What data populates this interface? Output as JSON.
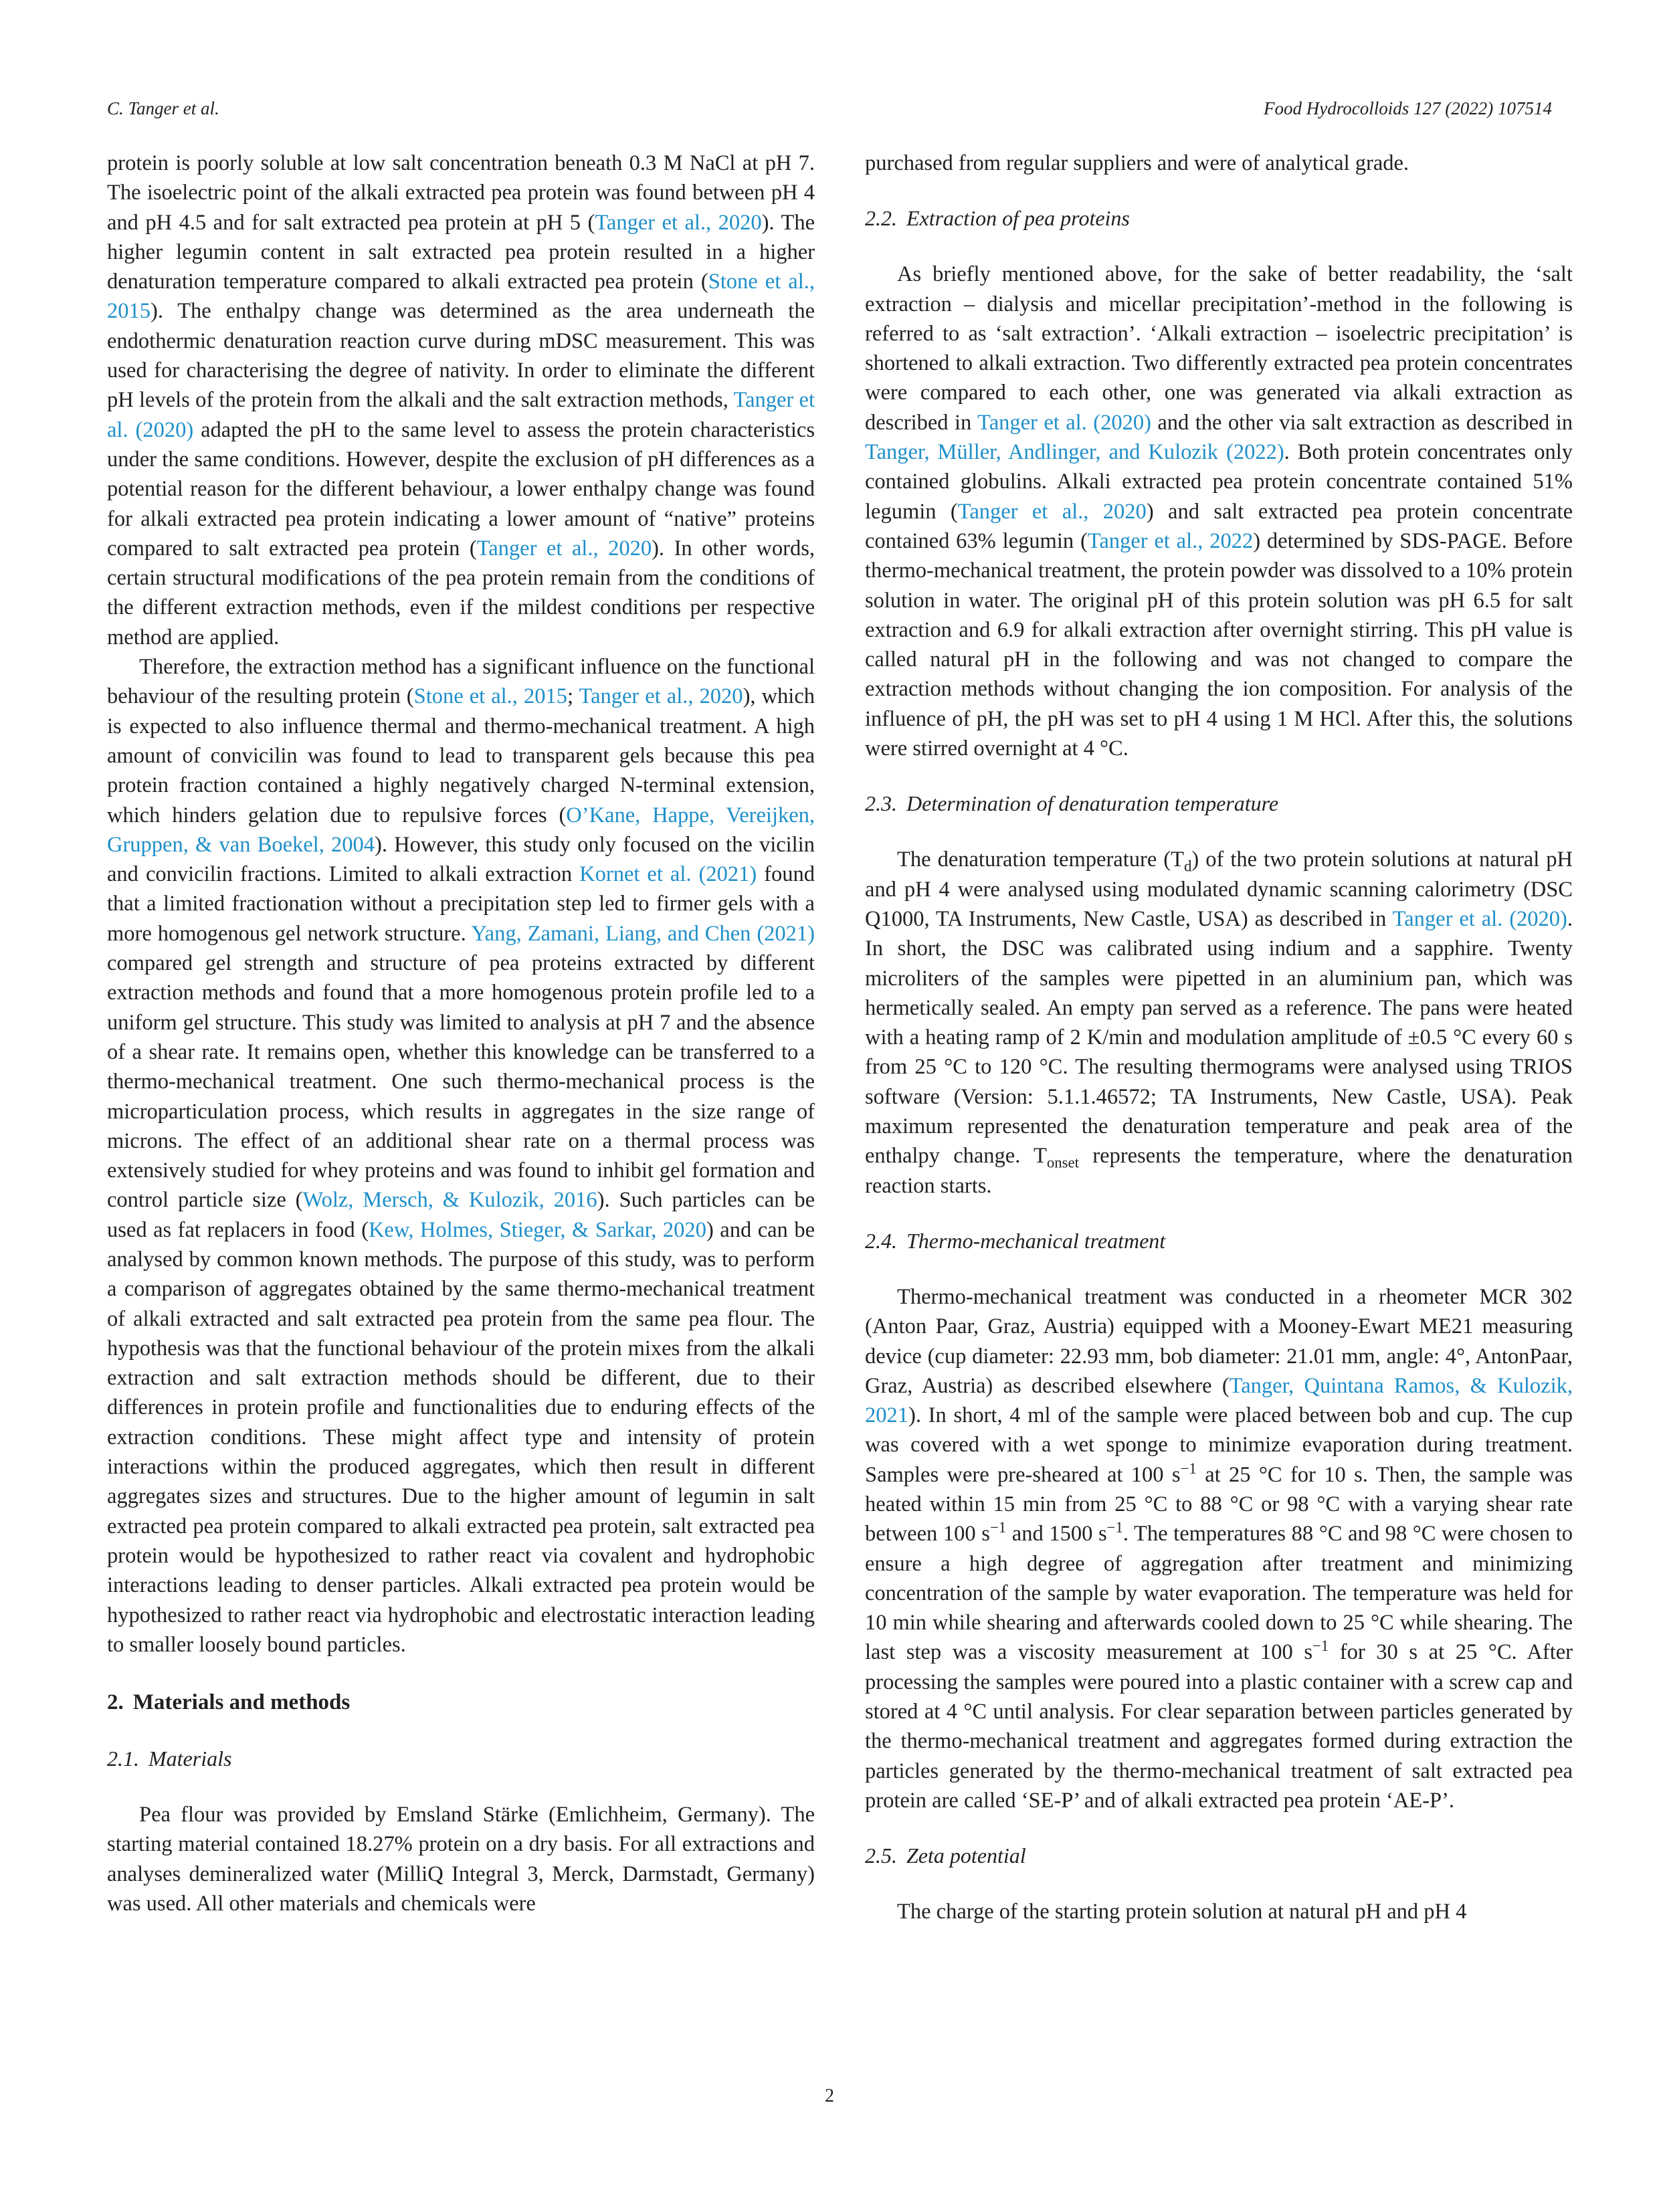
{
  "header": {
    "author": "C. Tanger et al.",
    "journal": "Food Hydrocolloids 127 (2022) 107514"
  },
  "left": {
    "p1": [
      "protein is poorly soluble at low salt concentration beneath 0.3 M NaCl at pH 7. The isoelectric point of the alkali extracted pea protein was found between pH 4 and pH 4.5 and for salt extracted pea protein at pH 5 (",
      "Tanger et al., 2020",
      "). The higher legumin content in salt extracted pea protein resulted in a higher denaturation temperature compared to alkali extracted pea protein (",
      "Stone et al., 2015",
      "). The enthalpy change was determined as the area underneath the endothermic denaturation reaction curve during mDSC measurement. This was used for characterising the degree of nativity. In order to eliminate the different pH levels of the protein from the alkali and the salt extraction methods, ",
      "Tanger et al. (2020)",
      " adapted the pH to the same level to assess the protein characteristics under the same conditions. However, despite the exclusion of pH differences as a potential reason for the different behaviour, a lower enthalpy change was found for alkali extracted pea protein indicating a lower amount of “native” proteins compared to salt extracted pea protein (",
      "Tanger et al., 2020",
      "). In other words, certain structural modifications of the pea protein remain from the conditions of the different extraction methods, even if the mildest conditions per respective method are applied."
    ],
    "p2": [
      "Therefore, the extraction method has a significant influence on the functional behaviour of the resulting protein (",
      "Stone et al., 2015",
      "; ",
      "Tanger et al., 2020",
      "), which is expected to also influence thermal and thermo-mechanical treatment. A high amount of convicilin was found to lead to transparent gels because this pea protein fraction contained a highly negatively charged N-terminal extension, which hinders gelation due to repulsive forces (",
      "O’Kane, Happe, Vereijken, Gruppen, & van Boekel, 2004",
      "). However, this study only focused on the vicilin and convicilin fractions. Limited to alkali extraction ",
      "Kornet et al. (2021)",
      " found that a limited fractionation without a precipitation step led to firmer gels with a more homogenous gel network structure. ",
      "Yang, Zamani, Liang, and Chen (2021)",
      " compared gel strength and structure of pea proteins extracted by different extraction methods and found that a more homogenous protein profile led to a uniform gel structure. This study was limited to analysis at pH 7 and the absence of a shear rate. It remains open, whether this knowledge can be transferred to a thermo-mechanical treatment. One such thermo-mechanical process is the microparticulation process, which results in aggregates in the size range of microns. The effect of an additional shear rate on a thermal process was extensively studied for whey proteins and was found to inhibit gel formation and control particle size (",
      "Wolz, Mersch, & Kulozik, 2016",
      "). Such particles can be used as fat replacers in food (",
      "Kew, Holmes, Stieger, & Sarkar, 2020",
      ") and can be analysed by common known methods. The purpose of this study, was to perform a comparison of aggregates obtained by the same thermo-mechanical treatment of alkali extracted and salt extracted pea protein from the same pea flour. The hypothesis was that the functional behaviour of the protein mixes from the alkali extraction and salt extraction methods should be different, due to their differences in protein profile and functionalities due to enduring effects of the extraction conditions. These might affect type and intensity of protein interactions within the produced aggregates, which then result in different aggregates sizes and structures. Due to the higher amount of legumin in salt extracted pea protein compared to alkali extracted pea protein, salt extracted pea protein would be hypothesized to rather react via covalent and hydrophobic interactions leading to denser particles. Alkali extracted pea protein would be hypothesized to rather react via hydrophobic and electrostatic interaction leading to smaller loosely bound particles."
    ],
    "sec2_num": "2.",
    "sec2_title": "Materials and methods",
    "sec21_num": "2.1.",
    "sec21_title": "Materials",
    "p3": "Pea flour was provided by Emsland Stärke (Emlichheim, Germany). The starting material contained 18.27% protein on a dry basis. For all extractions and analyses demineralized water (MilliQ Integral 3, Merck, Darmstadt, Germany) was used. All other materials and chemicals were"
  },
  "right": {
    "p0": "purchased from regular suppliers and were of analytical grade.",
    "sec22_num": "2.2.",
    "sec22_title": "Extraction of pea proteins",
    "p1": [
      "As briefly mentioned above, for the sake of better readability, the ‘salt extraction – dialysis and micellar precipitation’-method in the following is referred to as ‘salt extraction’. ‘Alkali extraction – isoelectric precipitation’ is shortened to alkali extraction. Two differently extracted pea protein concentrates were compared to each other, one was generated via alkali extraction as described in ",
      "Tanger et al. (2020)",
      " and the other via salt extraction as described in ",
      "Tanger, Müller, Andlinger, and Kulozik (2022)",
      ". Both protein concentrates only contained globulins. Alkali extracted pea protein concentrate contained 51% legumin (",
      "Tanger et al., 2020",
      ") and salt extracted pea protein concentrate contained 63% legumin (",
      "Tanger et al., 2022",
      ") determined by SDS-PAGE. Before thermo-mechanical treatment, the protein powder was dissolved to a 10% protein solution in water. The original pH of this protein solution was pH 6.5 for salt extraction and 6.9 for alkali extraction after overnight stirring. This pH value is called natural pH in the following and was not changed to compare the extraction methods without changing the ion composition. For analysis of the influence of pH, the pH was set to pH 4 using 1 M HCl. After this, the solutions were stirred overnight at 4 °C."
    ],
    "sec23_num": "2.3.",
    "sec23_title": "Determination of denaturation temperature",
    "p2": [
      "The denaturation temperature (T",
      "d",
      ") of the two protein solutions at natural pH and pH 4 were analysed using modulated dynamic scanning calorimetry (DSC Q1000, TA Instruments, New Castle, USA) as described in ",
      "Tanger et al. (2020)",
      ". In short, the DSC was calibrated using indium and a sapphire. Twenty microliters of the samples were pipetted in an aluminium pan, which was hermetically sealed. An empty pan served as a reference. The pans were heated with a heating ramp of 2 K/min and modulation amplitude of ±0.5 °C every 60 s from 25 °C to 120 °C. The resulting thermograms were analysed using TRIOS software (Version: 5.1.1.46572; TA Instruments, New Castle, USA). Peak maximum represented the denaturation temperature and peak area of the enthalpy change. T",
      "onset",
      " represents the temperature, where the denaturation reaction starts."
    ],
    "sec24_num": "2.4.",
    "sec24_title": "Thermo-mechanical treatment",
    "p3": [
      "Thermo-mechanical treatment was conducted in a rheometer MCR 302 (Anton Paar, Graz, Austria) equipped with a Mooney-Ewart ME21 measuring device (cup diameter: 22.93 mm, bob diameter: 21.01 mm, angle: 4°, AntonPaar, Graz, Austria) as described elsewhere (",
      "Tanger, Quintana Ramos, & Kulozik, 2021",
      "). In short, 4 ml of the sample were placed between bob and cup. The cup was covered with a wet sponge to minimize evaporation during treatment. Samples were pre-sheared at 100 s",
      "−1",
      " at 25 °C for 10 s. Then, the sample was heated within 15 min from 25 °C to 88 °C or 98 °C with a varying shear rate between 100 s",
      "−1",
      " and 1500 s",
      "−1",
      ". The temperatures 88 °C and 98 °C were chosen to ensure a high degree of aggregation after treatment and minimizing concentration of the sample by water evaporation. The temperature was held for 10 min while shearing and afterwards cooled down to 25 °C while shearing. The last step was a viscosity measurement at 100 s",
      "−1",
      " for 30 s at 25 °C. After processing the samples were poured into a plastic container with a screw cap and stored at 4 °C until analysis. For clear separation between particles generated by the thermo-mechanical treatment and aggregates formed during extraction the particles generated by the thermo-mechanical treatment of salt extracted pea protein are called ‘SE-P’ and of alkali extracted pea protein ‘AE-P’."
    ],
    "sec25_num": "2.5.",
    "sec25_title": "Zeta potential",
    "p4": "The charge of the starting protein solution at natural pH and pH 4"
  },
  "page_number": "2"
}
